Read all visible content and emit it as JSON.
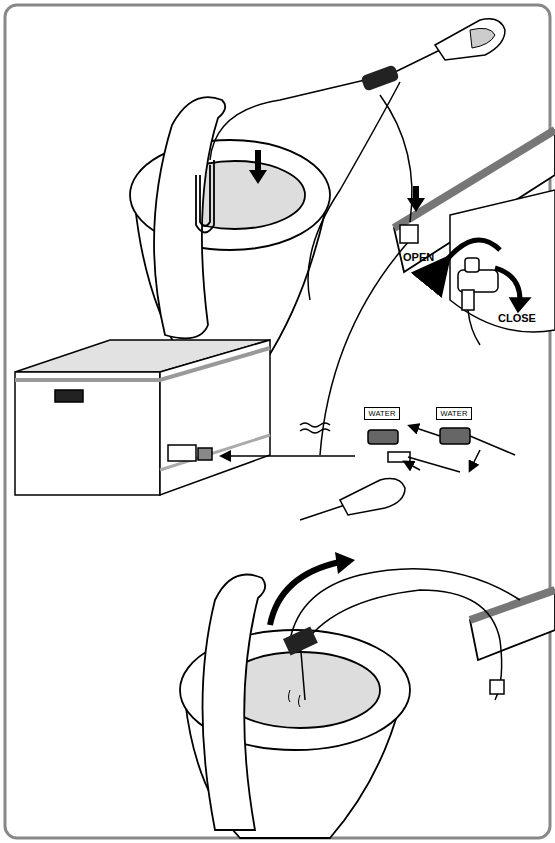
{
  "diagram": {
    "nodes": [
      {
        "text": [
          "WATER"
        ]
      },
      {
        "text": [
          "WATER"
        ]
      }
    ],
    "labels": [
      "OPEN",
      "CLOSE"
    ]
  }
}
